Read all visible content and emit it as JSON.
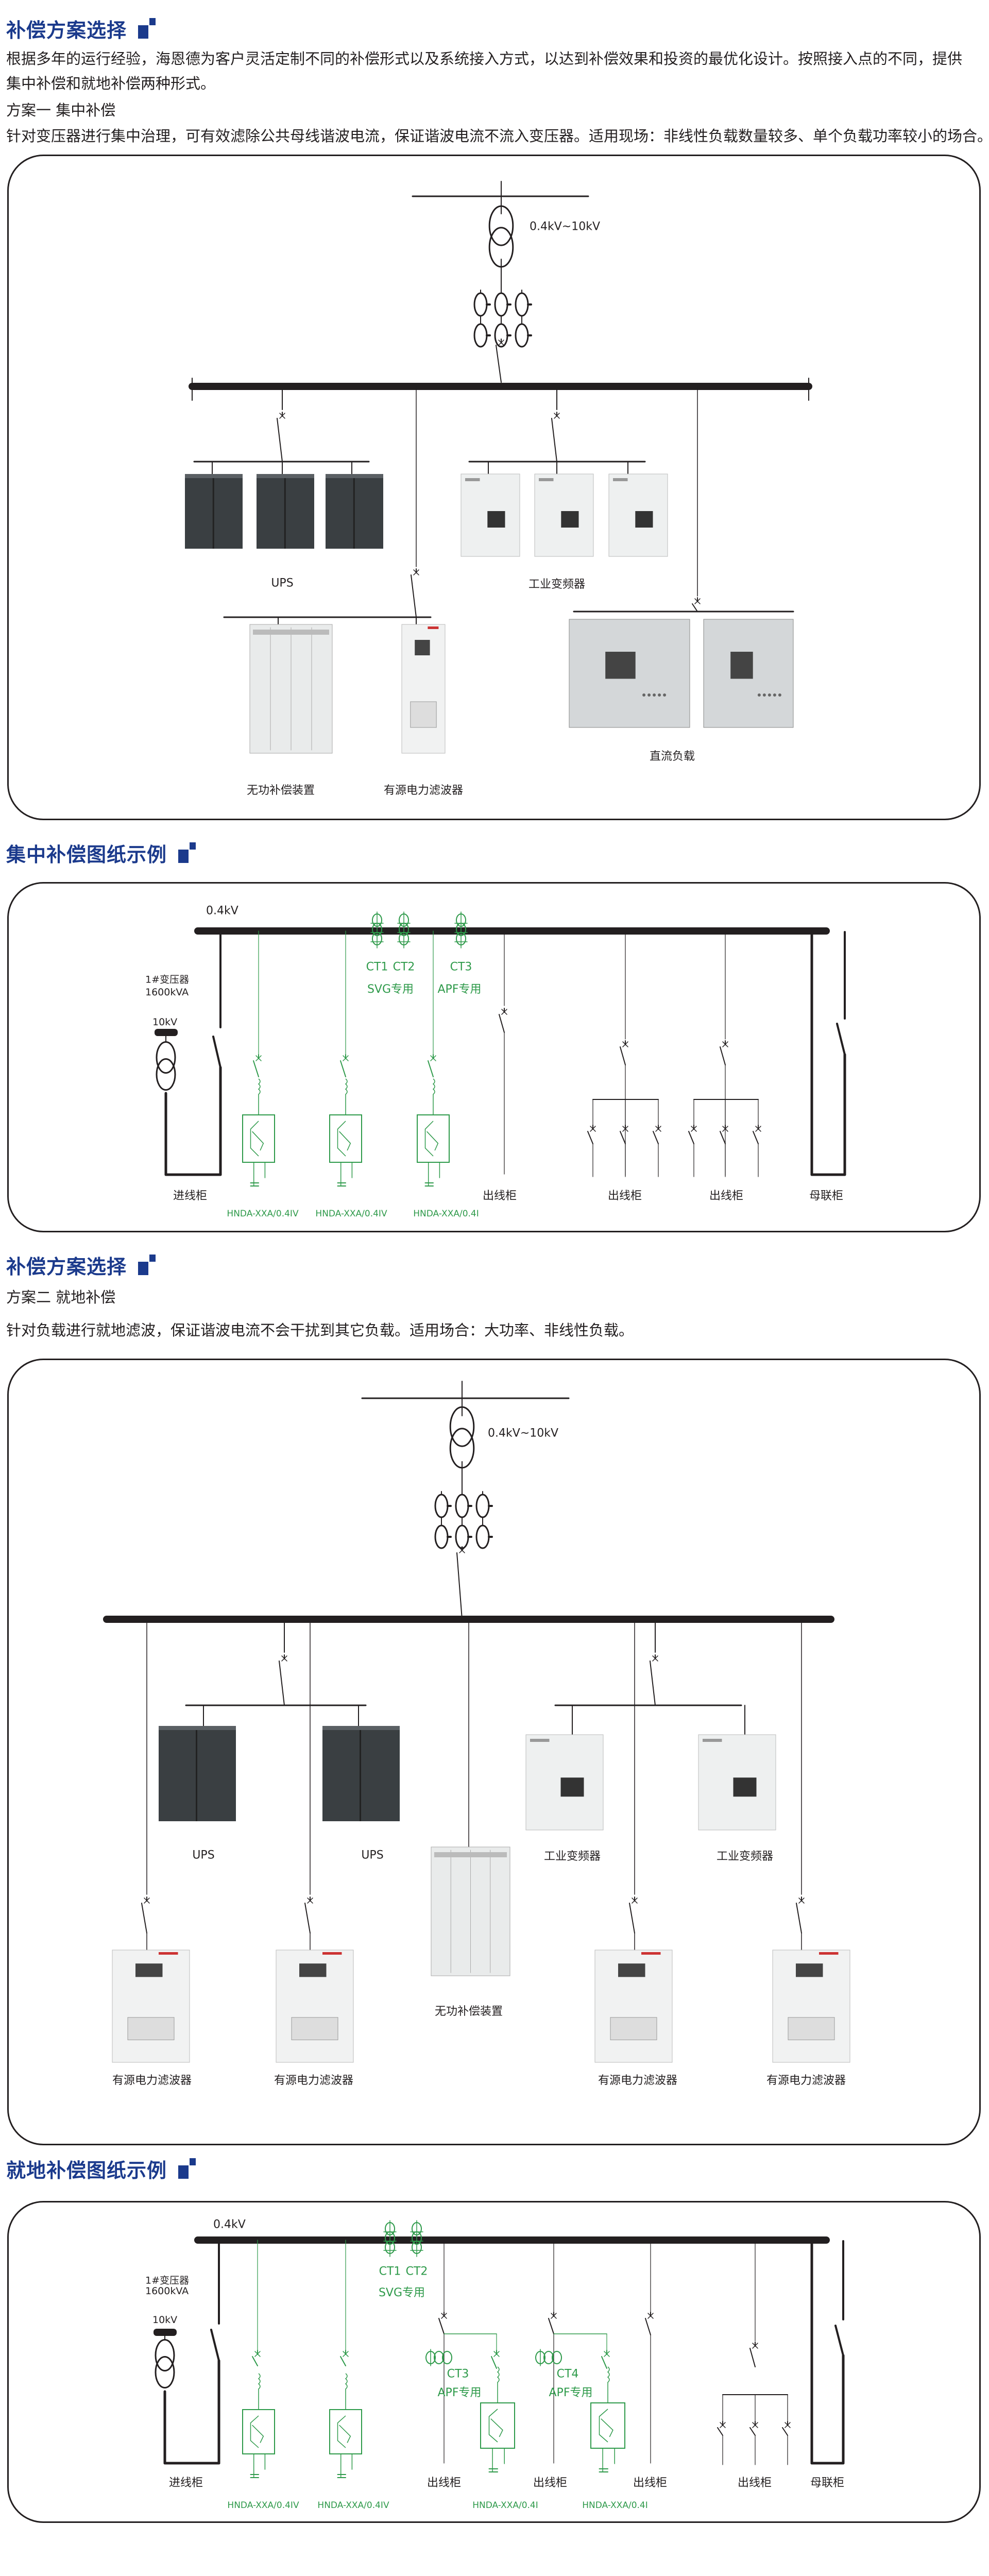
{
  "section1": {
    "heading": "补偿方案选择",
    "intro_line1": "根据多年的运行经验，海恩德为客户灵活定制不同的补偿形式以及系统接入方式，以达到补偿效果和投资的最优化设计。按照接入点的不同，提供",
    "intro_line2": "集中补偿和就地补偿两种形式。",
    "plan_title": "方案一 集中补偿",
    "plan_desc": "针对变压器进行集中治理，可有效滤除公共母线谐波电流，保证谐波电流不流入变压器。适用现场：非线性负载数量较多、单个负载功率较小的场合。"
  },
  "diagram1": {
    "voltage": "0.4kV~10kV",
    "ups": "UPS",
    "vfd": "工业变频器",
    "svg": "无功补偿装置",
    "apf": "有源电力滤波器",
    "dc": "直流负载"
  },
  "section2": {
    "heading": "集中补偿图纸示例"
  },
  "drawing1": {
    "bus": "0.4kV",
    "transformer": "1#变压器",
    "capacity": "1600kVA",
    "hv": "10kV",
    "ct1": "CT1",
    "ct2": "CT2",
    "ct3": "CT3",
    "svg_only": "SVG专用",
    "apf_only": "APF专用",
    "incoming": "进线柜",
    "outgoing": [
      "出线柜",
      "出线柜",
      "出线柜"
    ],
    "tie": "母联柜",
    "models": [
      "HNDA-XXA/0.4IV",
      "HNDA-XXA/0.4IV",
      "HNDA-XXA/0.4I"
    ]
  },
  "section3": {
    "heading": "补偿方案选择",
    "plan_title": "方案二 就地补偿",
    "plan_desc": "针对负载进行就地滤波，保证谐波电流不会干扰到其它负载。适用场合：大功率、非线性负载。"
  },
  "diagram2": {
    "voltage": "0.4kV~10kV",
    "ups": [
      "UPS",
      "UPS"
    ],
    "vfd": [
      "工业变频器",
      "工业变频器"
    ],
    "svg": "无功补偿装置",
    "apf": [
      "有源电力滤波器",
      "有源电力滤波器",
      "有源电力滤波器",
      "有源电力滤波器"
    ]
  },
  "section4": {
    "heading": "就地补偿图纸示例"
  },
  "drawing2": {
    "bus": "0.4kV",
    "transformer": "1#变压器",
    "capacity": "1600kVA",
    "hv": "10kV",
    "ct1": "CT1",
    "ct2": "CT2",
    "ct3": "CT3",
    "ct4": "CT4",
    "svg_only": "SVG专用",
    "apf_only": [
      "APF专用",
      "APF专用"
    ],
    "incoming": "进线柜",
    "outgoing": [
      "出线柜",
      "出线柜",
      "出线柜",
      "出线柜"
    ],
    "tie": "母联柜",
    "models": [
      "HNDA-XXA/0.4IV",
      "HNDA-XXA/0.4IV",
      "HNDA-XXA/0.4I",
      "HNDA-XXA/0.4I"
    ]
  },
  "colors": {
    "heading": "#1b3a8c",
    "green": "#2e9a4a",
    "line": "#231f20"
  }
}
